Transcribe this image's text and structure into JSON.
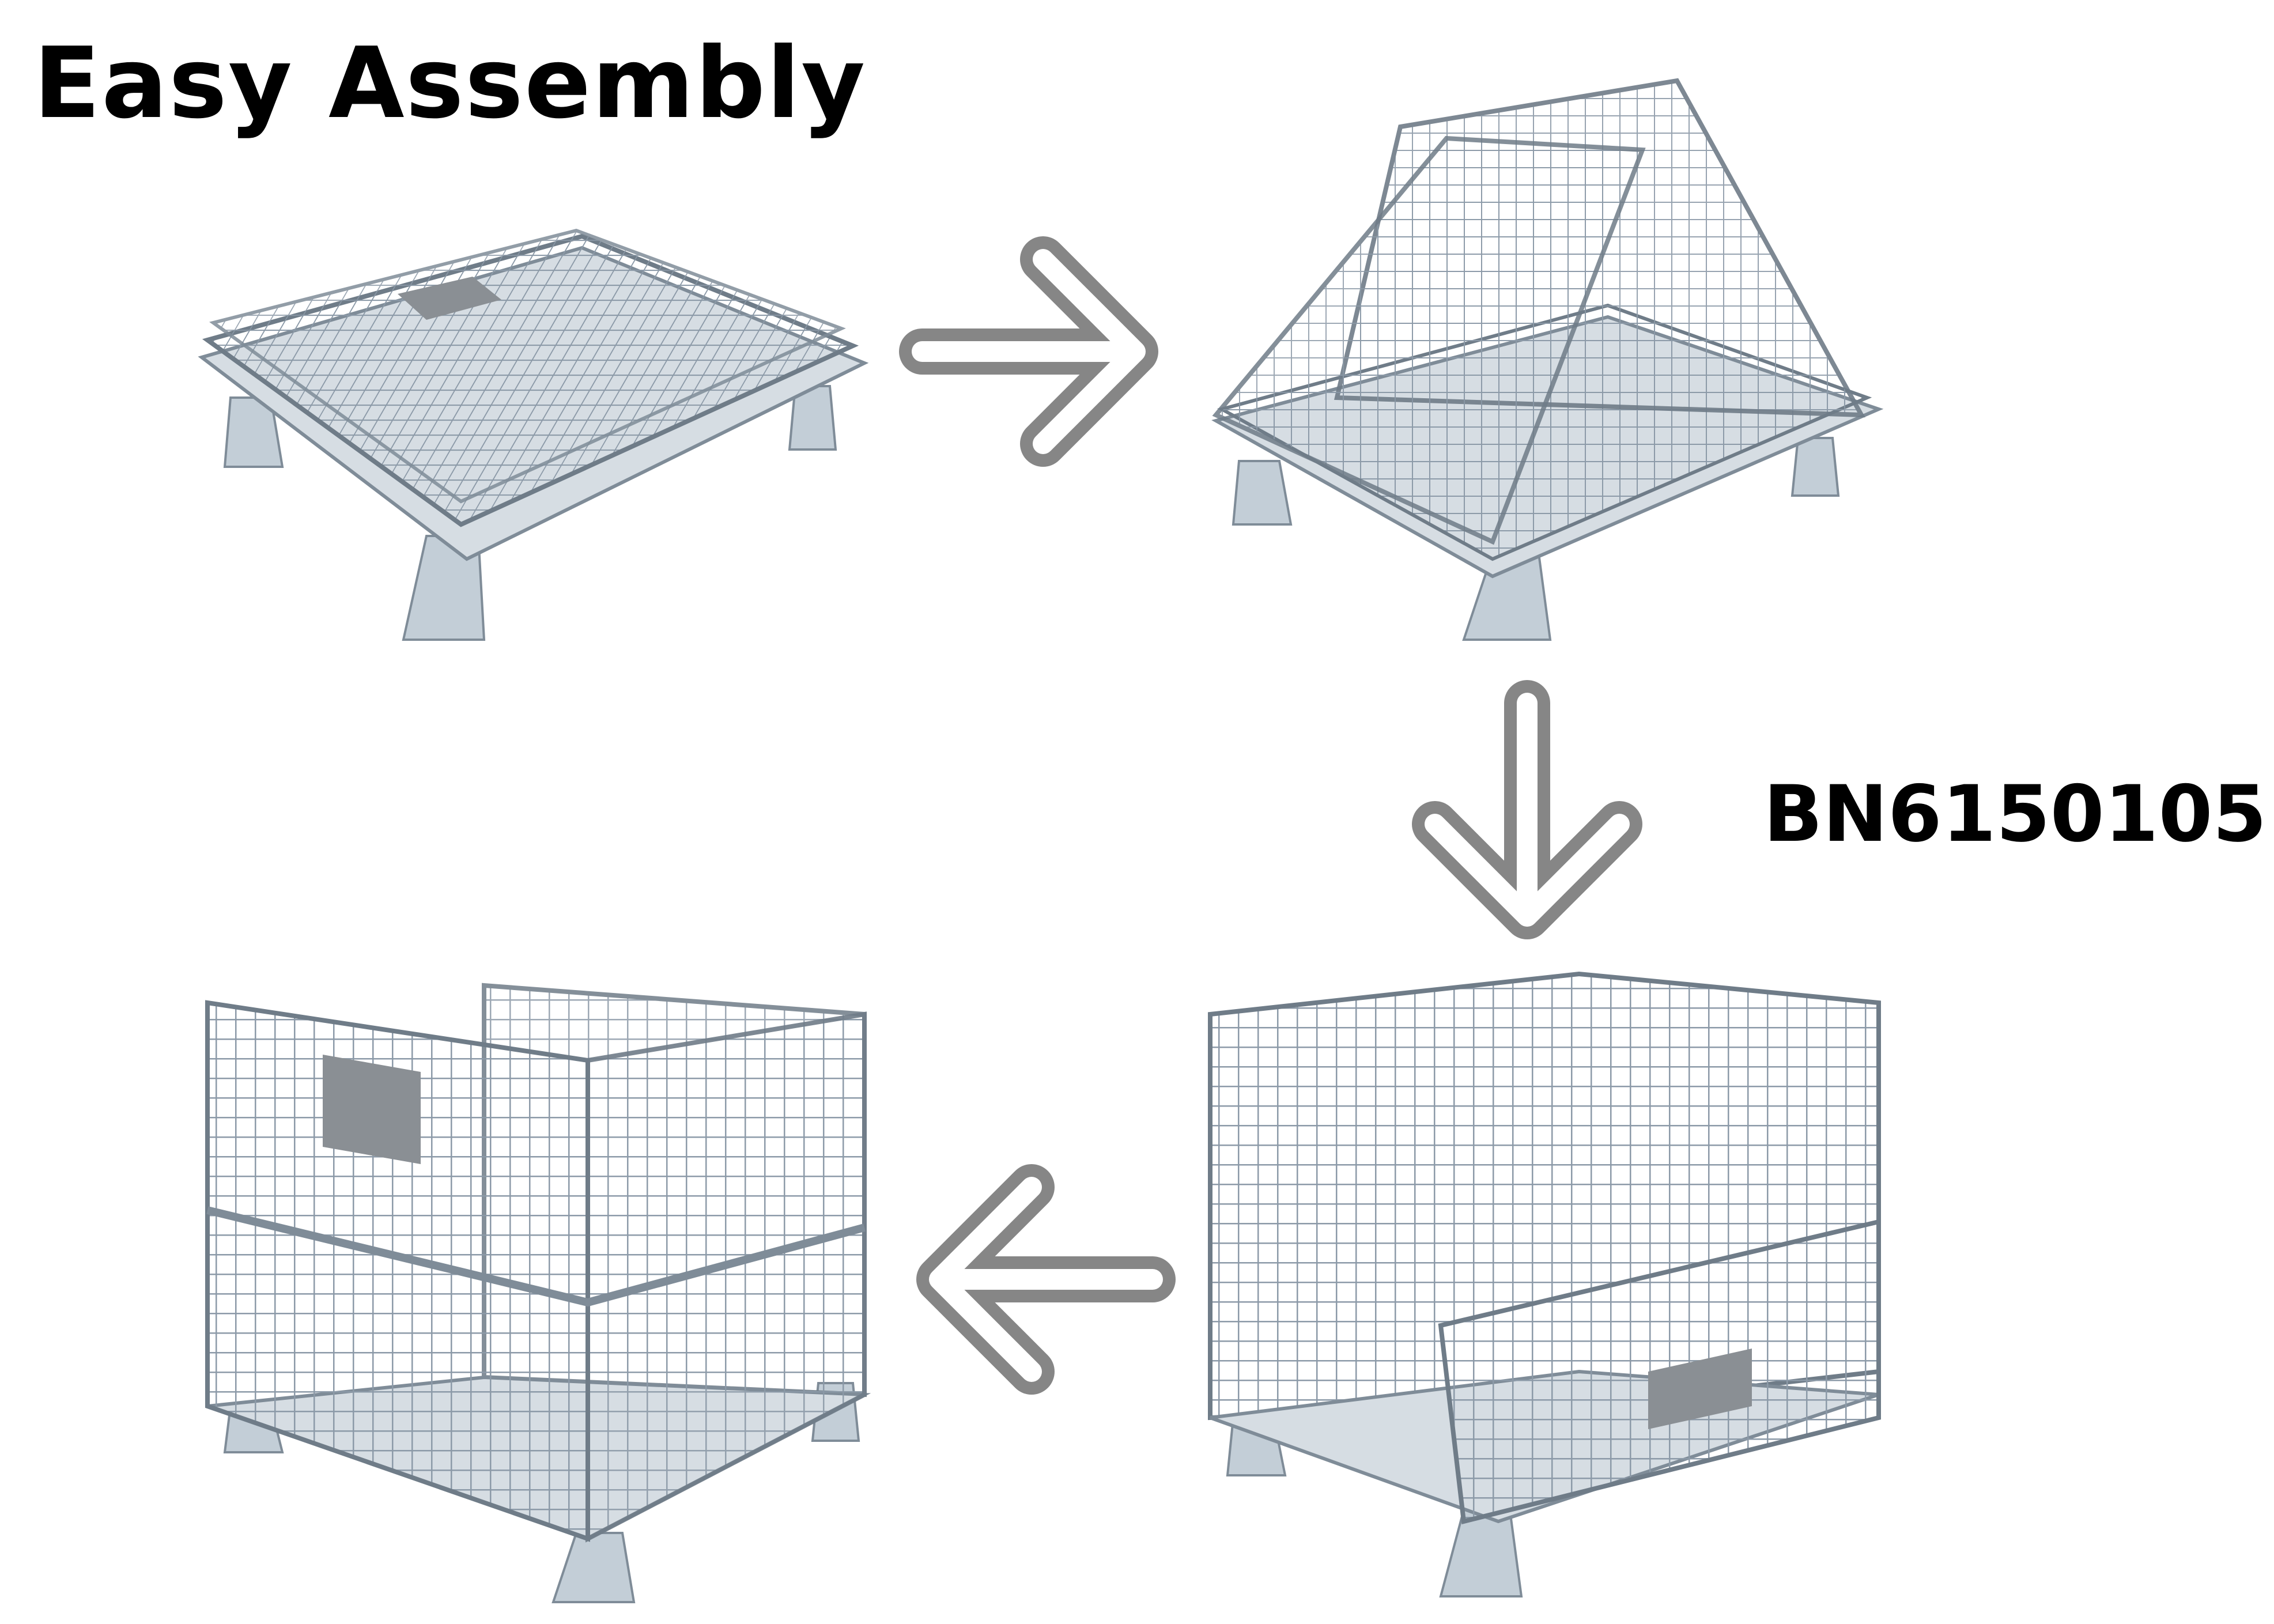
{
  "header": {
    "title": "Easy Assembly"
  },
  "model_code": "BN6150105",
  "steps": [
    {
      "state": "folded",
      "icon": "folded-cage-icon"
    },
    {
      "state": "unfolding",
      "icon": "unfolding-cage-icon"
    },
    {
      "state": "front-panel-down",
      "icon": "half-open-cage-icon"
    },
    {
      "state": "assembled",
      "icon": "assembled-cage-icon"
    }
  ],
  "arrows": [
    {
      "direction": "right",
      "icon": "arrow-right-icon"
    },
    {
      "direction": "down",
      "icon": "arrow-down-icon"
    },
    {
      "direction": "left",
      "icon": "arrow-left-icon"
    }
  ],
  "colors": {
    "arrow": "#868686",
    "wire": "#8c9aa8",
    "metal": "#b8c4ce",
    "plate": "#8a8f94"
  }
}
